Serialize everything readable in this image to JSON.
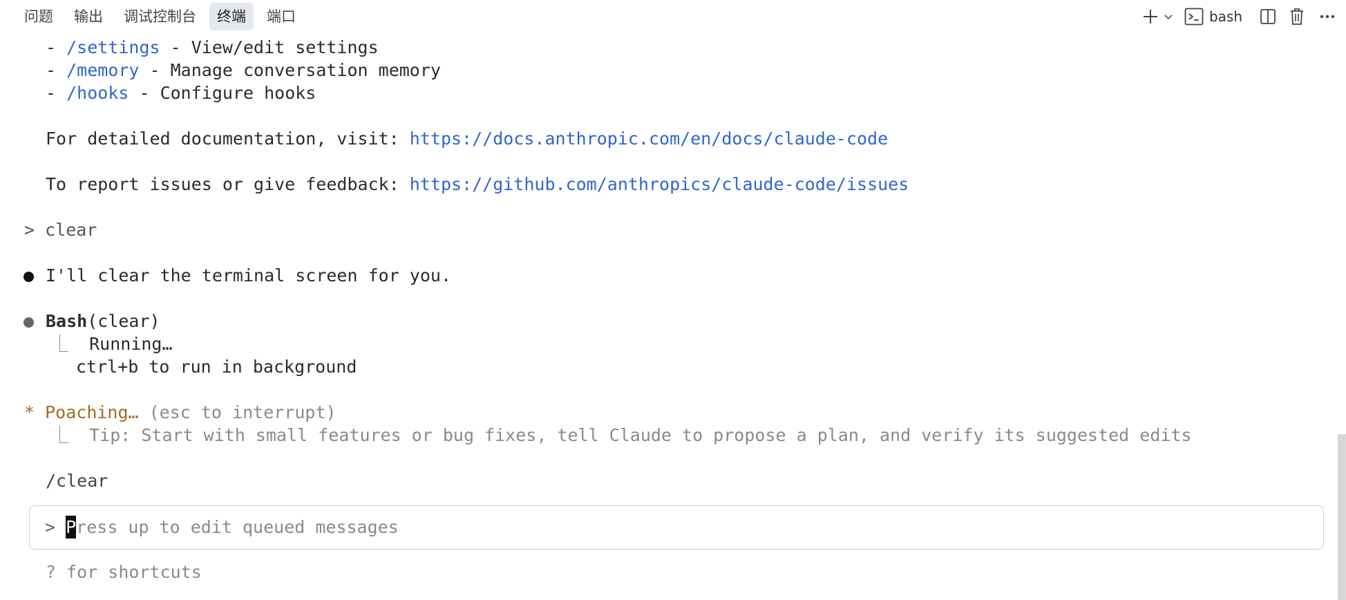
{
  "panel": {
    "tabs": [
      {
        "label": "问题",
        "active": false
      },
      {
        "label": "输出",
        "active": false
      },
      {
        "label": "调试控制台",
        "active": false
      },
      {
        "label": "终端",
        "active": true
      },
      {
        "label": "端口",
        "active": false
      }
    ],
    "actions": {
      "new_terminal_icon": "plus-icon",
      "dropdown_icon": "chevron-down-icon",
      "shell_icon": "terminal-icon",
      "shell_label": "bash",
      "split_icon": "split-pane-icon",
      "trash_icon": "trash-icon",
      "more_icon": "ellipsis-icon"
    }
  },
  "terminal": {
    "lines": {
      "settings": {
        "prefix": "- ",
        "cmd": "/settings",
        "desc": " - View/edit settings"
      },
      "memory": {
        "prefix": "- ",
        "cmd": "/memory",
        "desc": " - Manage conversation memory"
      },
      "hooks": {
        "prefix": "- ",
        "cmd": "/hooks",
        "desc": " - Configure hooks"
      },
      "docs": {
        "text": "For detailed documentation, visit: ",
        "link": "https://docs.anthropic.com/en/docs/claude-code"
      },
      "issues": {
        "text": "To report issues or give feedback: ",
        "link": "https://github.com/anthropics/claude-code/issues"
      },
      "user_clear": "> clear",
      "assistant_msg": "I'll clear the terminal screen for you.",
      "tool_name": "Bash",
      "tool_args": "(clear)",
      "running_branch": "⎿  ",
      "running": "Running…",
      "ctrl_hint": "ctrl+b to run in background",
      "status_star": "* ",
      "status_word": "Poaching…",
      "status_hint": " (esc to interrupt)",
      "tip_branch": "⎿  ",
      "tip": "Tip: Start with small features or bug fixes, tell Claude to propose a plan, and verify its suggested edits",
      "queued": "/clear"
    },
    "input": {
      "prompt": "> ",
      "cursor_char": "P",
      "placeholder_rest": "ress up to edit queued messages"
    },
    "shortcuts_hint": "? for shortcuts"
  },
  "colors": {
    "link": "#2f66d0",
    "status_orange": "#a8692a",
    "muted": "#8a8a8a",
    "active_tab_bg": "#e6e8ef"
  }
}
